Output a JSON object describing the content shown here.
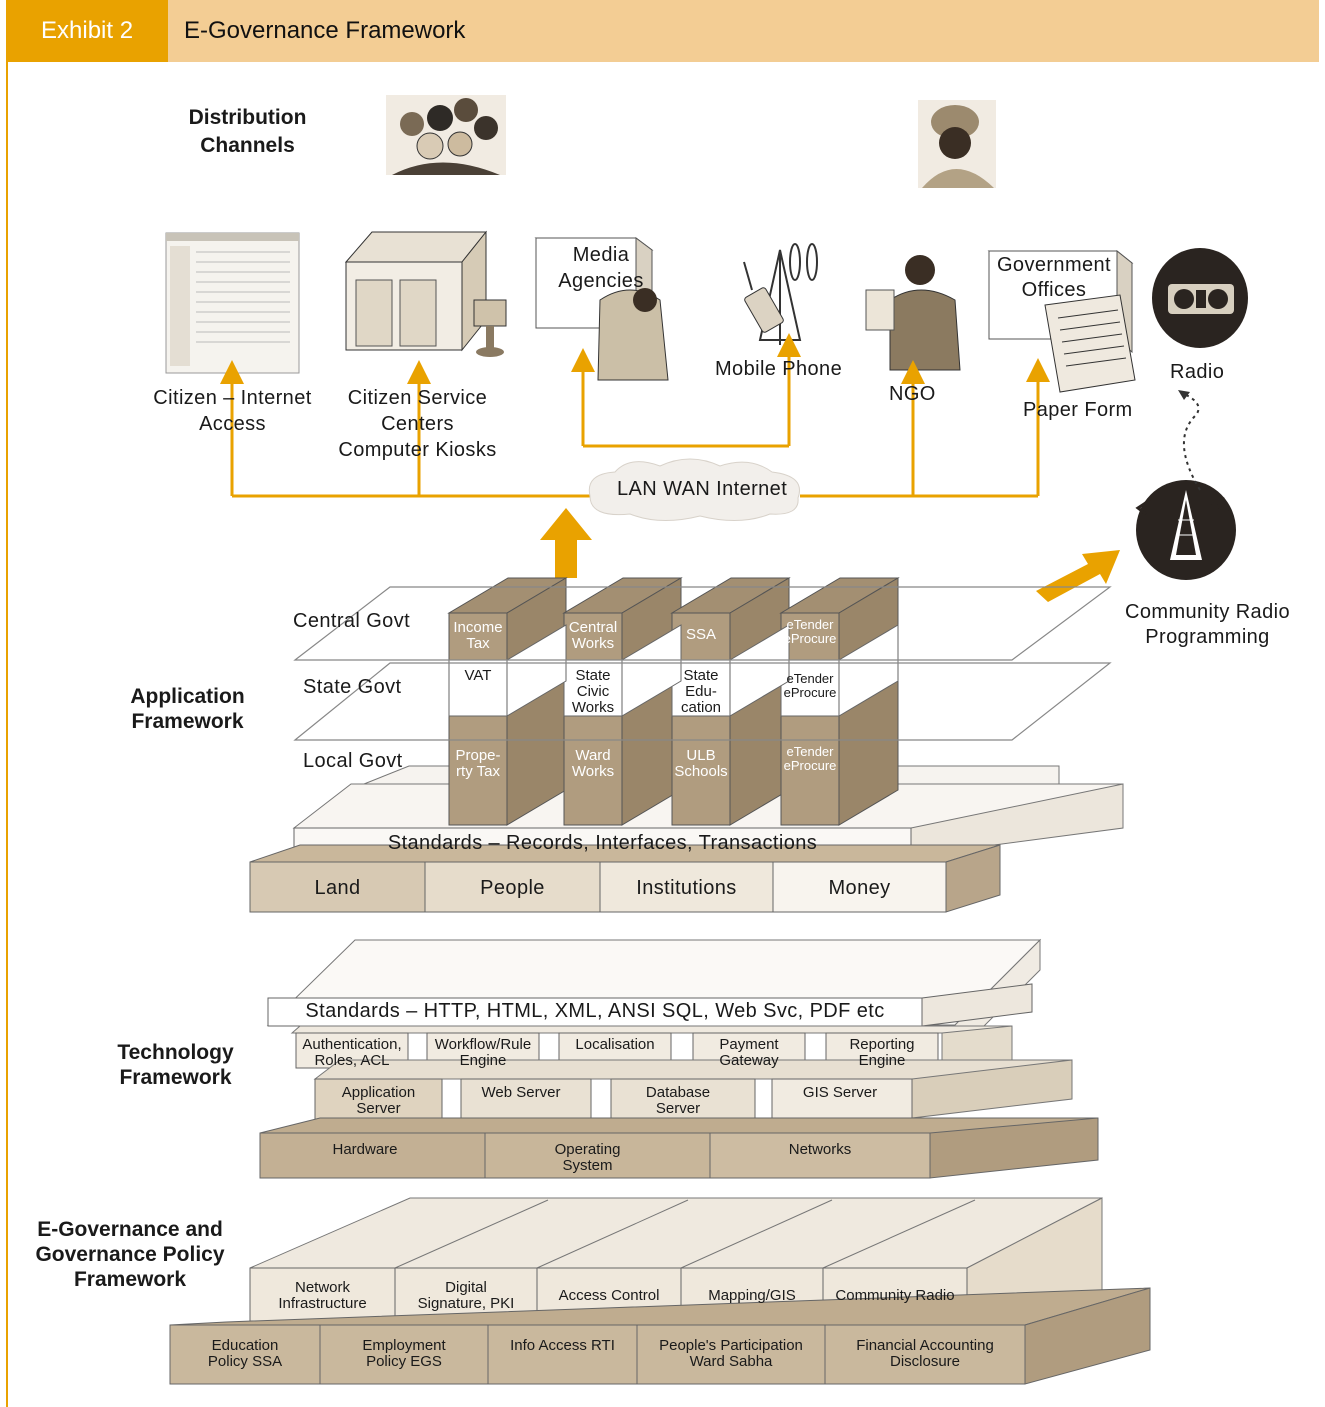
{
  "header": {
    "exhibit": "Exhibit 2",
    "title": "E-Governance Framework"
  },
  "sections": {
    "distribution": [
      "Distribution",
      "Channels"
    ],
    "application": [
      "Application",
      "Framework"
    ],
    "technology": [
      "Technology",
      "Framework"
    ],
    "policy": [
      "E-Governance and",
      "Governance Policy",
      "Framework"
    ]
  },
  "channels": {
    "internet": [
      "Citizen – Internet",
      "Access"
    ],
    "csc": [
      "Citizen Service",
      "Centers",
      "Computer Kiosks"
    ],
    "media": [
      "Media",
      "Agencies"
    ],
    "mobile": "Mobile Phone",
    "ngo": "NGO",
    "gov_offices": [
      "Government",
      "Offices"
    ],
    "paper_form": "Paper Form",
    "radio": "Radio",
    "network": "LAN WAN Internet",
    "community_radio": [
      "Community Radio",
      "Programming"
    ]
  },
  "application": {
    "levels": [
      "Central Govt",
      "State Govt",
      "Local Govt"
    ],
    "columns": [
      {
        "central": [
          "Income",
          "Tax"
        ],
        "state": [
          "VAT"
        ],
        "local": [
          "Prope-",
          "rty Tax"
        ]
      },
      {
        "central": [
          "Central",
          "Works"
        ],
        "state": [
          "State",
          "Civic",
          "Works"
        ],
        "local": [
          "Ward",
          "Works"
        ]
      },
      {
        "central": [
          "SSA"
        ],
        "state": [
          "State",
          "Edu-",
          "cation"
        ],
        "local": [
          "ULB",
          "Schools"
        ]
      },
      {
        "central": [
          "eTender",
          "eProcure"
        ],
        "state": [
          "eTender",
          "eProcure"
        ],
        "local": [
          "eTender",
          "eProcure"
        ]
      }
    ],
    "standards": "Standards – Records, Interfaces, Transactions",
    "base": [
      "Land",
      "People",
      "Institutions",
      "Money"
    ]
  },
  "technology": {
    "standards": "Standards – HTTP, HTML, XML, ANSI SQL, Web Svc, PDF etc",
    "components": [
      [
        "Authentication,",
        "Roles, ACL"
      ],
      [
        "Workflow/Rule",
        "Engine"
      ],
      [
        "Localisation"
      ],
      [
        "Payment",
        "Gateway"
      ],
      [
        "Reporting",
        "Engine"
      ]
    ],
    "servers": [
      [
        "Application",
        "Server"
      ],
      [
        "Web Server"
      ],
      [
        "Database",
        "Server"
      ],
      [
        "GIS Server"
      ]
    ],
    "base": [
      [
        "Hardware"
      ],
      [
        "Operating",
        "System"
      ],
      [
        "Networks"
      ]
    ]
  },
  "policy": {
    "upper": [
      [
        "Network",
        "Infrastructure"
      ],
      [
        "Digital",
        "Signature, PKI"
      ],
      [
        "Access Control"
      ],
      [
        "Mapping/GIS"
      ],
      [
        "Community Radio"
      ]
    ],
    "lower": [
      [
        "Education",
        "Policy SSA"
      ],
      [
        "Employment",
        "Policy EGS"
      ],
      [
        "Info Access RTI"
      ],
      [
        "People's Participation",
        "Ward Sabha"
      ],
      [
        "Financial Accounting",
        "Disclosure"
      ]
    ]
  },
  "colors": {
    "orange": "#e9a200",
    "header_band": "#f3cd94",
    "block_tan": "#c9b79b",
    "block_dark": "#8f7c60",
    "block_light": "#e6dccb"
  }
}
